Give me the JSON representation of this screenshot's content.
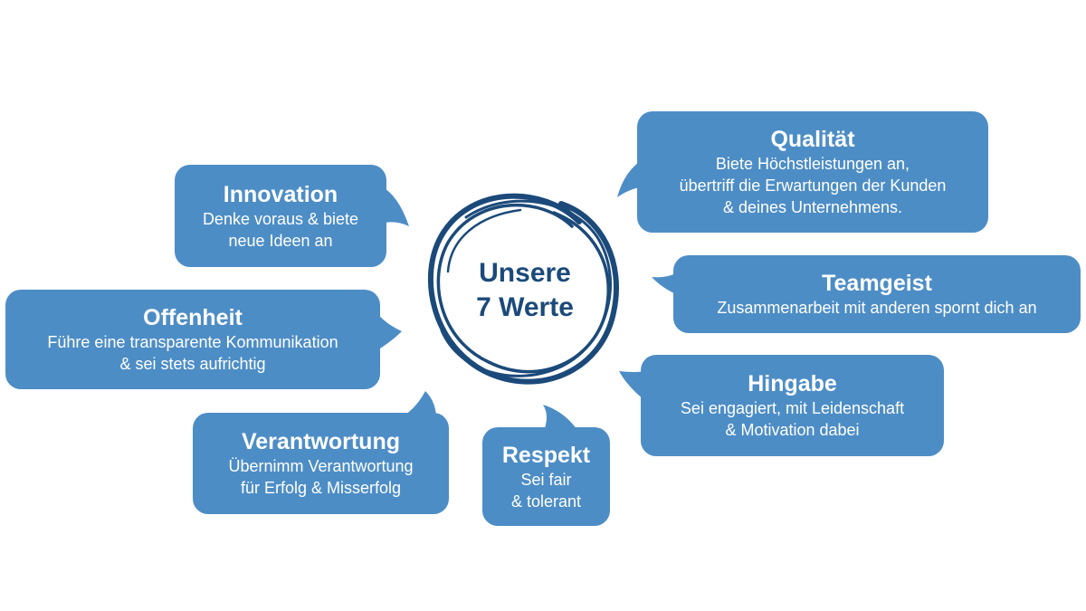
{
  "center": {
    "line1": "Unsere",
    "line2": "7 Werte"
  },
  "values": {
    "qualitaet": {
      "title": "Qualität",
      "lines": [
        "Biete Höchstleistungen an,",
        "übertriff die Erwartungen der Kunden",
        "& deines Unternehmens."
      ]
    },
    "teamgeist": {
      "title": "Teamgeist",
      "lines": [
        "Zusammenarbeit mit anderen spornt dich an"
      ]
    },
    "hingabe": {
      "title": "Hingabe",
      "lines": [
        "Sei engagiert, mit Leidenschaft",
        "& Motivation dabei"
      ]
    },
    "respekt": {
      "title": "Respekt",
      "lines": [
        "Sei fair",
        "& tolerant"
      ]
    },
    "verantwortung": {
      "title": "Verantwortung",
      "lines": [
        "Übernimm Verantwortung",
        "für Erfolg & Misserfolg"
      ]
    },
    "offenheit": {
      "title": "Offenheit",
      "lines": [
        "Führe eine transparente Kommunikation",
        "& sei stets aufrichtig"
      ]
    },
    "innovation": {
      "title": "Innovation",
      "lines": [
        "Denke voraus & biete",
        "neue Ideen an"
      ]
    }
  },
  "colors": {
    "bubble": "#4d8dc6",
    "circle": "#1b4a7a",
    "text": "#ffffff"
  }
}
